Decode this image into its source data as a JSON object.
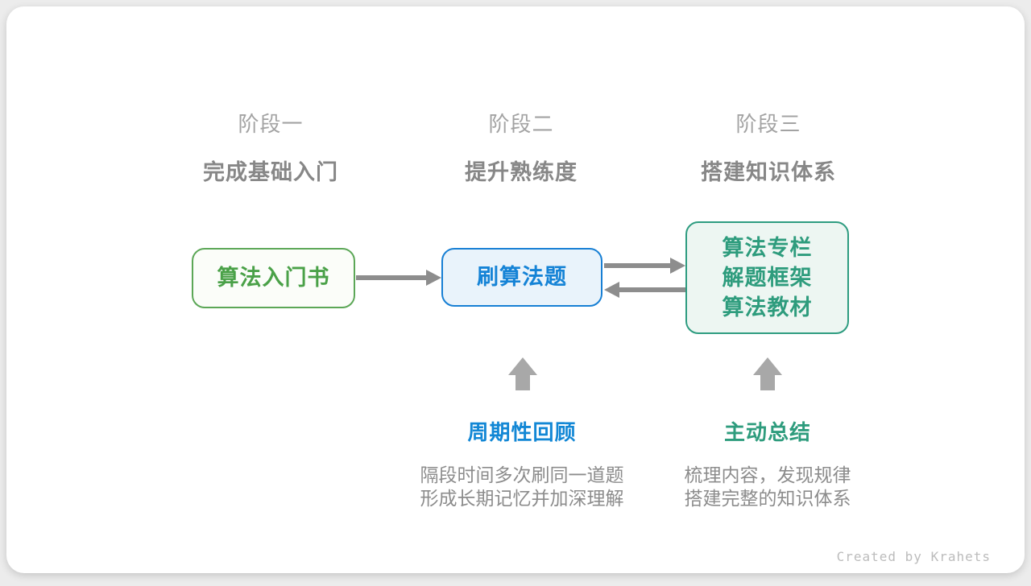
{
  "page": {
    "background_color": "#ececec",
    "card_color": "#ffffff",
    "watermark": "Created by Krahets"
  },
  "stages": [
    {
      "label": "阶段一",
      "subtitle": "完成基础入门"
    },
    {
      "label": "阶段二",
      "subtitle": "提升熟练度"
    },
    {
      "label": "阶段三",
      "subtitle": "搭建知识体系"
    }
  ],
  "nodes": [
    {
      "lines": {
        "0": "算法入门书"
      },
      "border_color": "#5ca757",
      "fill_color": "#fbfdf9",
      "text_color": "#4aa148"
    },
    {
      "lines": {
        "0": "刷算法题"
      },
      "border_color": "#177fd4",
      "fill_color": "#e9f3fb",
      "text_color": "#1583d6"
    },
    {
      "lines": {
        "0": "算法专栏",
        "1": "解题框架",
        "2": "算法教材"
      },
      "border_color": "#2e9c80",
      "fill_color": "#edf6f2",
      "text_color": "#2e9c7d"
    }
  ],
  "annotations": [
    {
      "title": "周期性回顾",
      "title_color": "#1287d5",
      "line1": "隔段时间多次刷同一道题",
      "line2": "形成长期记忆并加深理解"
    },
    {
      "title": "主动总结",
      "title_color": "#2e9c7d",
      "line1": "梳理内容，发现规律",
      "line2": "搭建完整的知识体系"
    }
  ],
  "arrows": {
    "connector_color": "#8d8d8d",
    "up_arrow_color": "#a8a8a8",
    "flow": [
      "算法入门书 → 刷算法题",
      "刷算法题 → 算法专栏/解题框架/算法教材",
      "算法专栏/解题框架/算法教材 → 刷算法题",
      "周期性回顾 ↑ 刷算法题",
      "主动总结 ↑ 算法专栏/解题框架/算法教材"
    ]
  }
}
